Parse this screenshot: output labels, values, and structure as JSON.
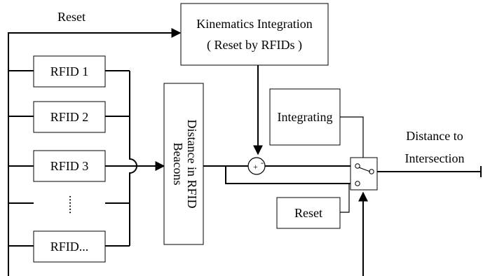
{
  "labels": {
    "reset_top": "Reset",
    "kinematics_line1": "Kinematics Integration",
    "kinematics_line2": "( Reset by RFIDs )",
    "beacons_line1": "Distance in RFID",
    "beacons_line2": "Beacons",
    "integrating": "Integrating",
    "reset_box": "Reset",
    "output_line1": "Distance to",
    "output_line2": "Intersection",
    "plus_sign": "+",
    "minus_sign": "-",
    "dots": "......"
  },
  "rfid_boxes": [
    "RFID 1",
    "RFID 2",
    "RFID 3",
    "RFID..."
  ]
}
